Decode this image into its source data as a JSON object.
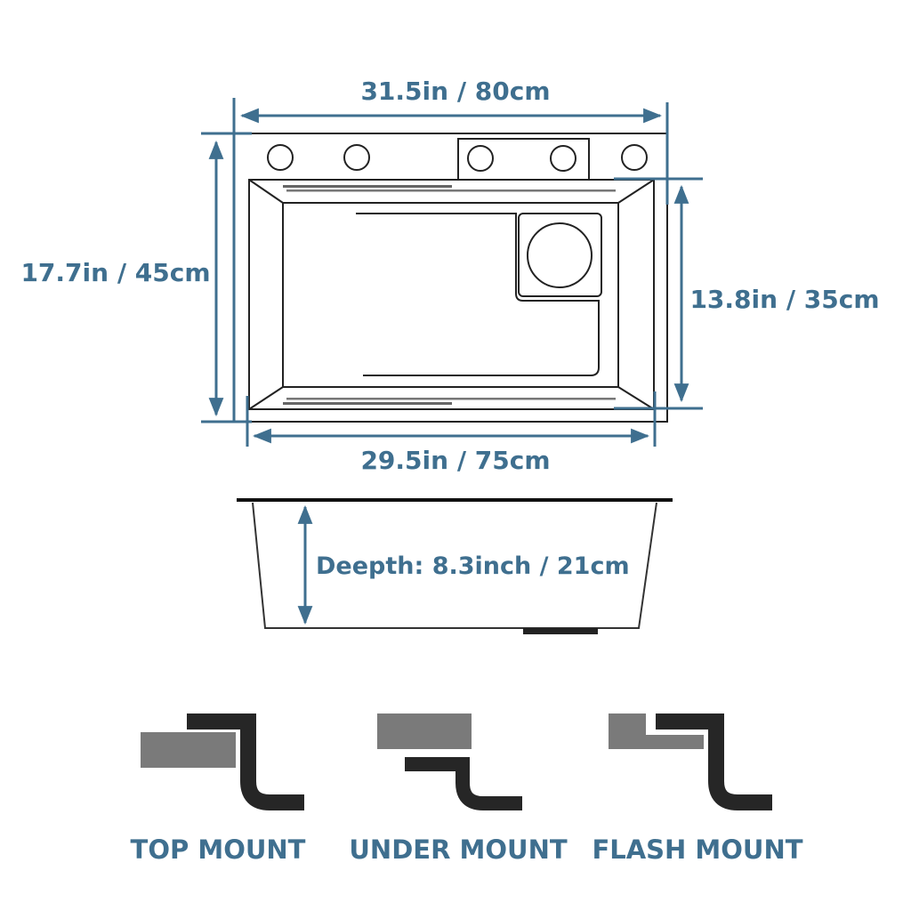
{
  "dimensions": {
    "overall_width": "31.5in / 80cm",
    "overall_length": "17.7in / 45cm",
    "inner_length": "13.8in / 35cm",
    "inner_width": "29.5in / 75cm",
    "depth": "Deepth: 8.3inch / 21cm"
  },
  "mounts": [
    {
      "label": "TOP MOUNT"
    },
    {
      "label": "UNDER MOUNT"
    },
    {
      "label": "FLASH MOUNT"
    }
  ],
  "colors": {
    "accent": "#3f6f8f",
    "outline": "#222222",
    "counter": "#7a7a7a",
    "sink_edge": "#262626"
  }
}
